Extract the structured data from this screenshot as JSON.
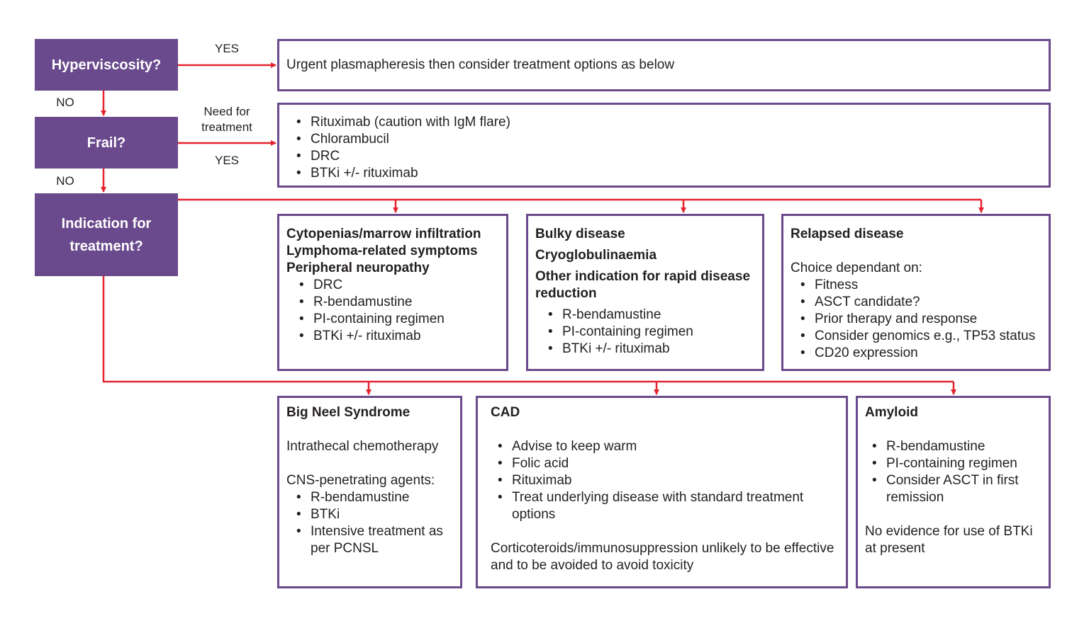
{
  "diagram": {
    "decisions": {
      "hyperviscosity": "Hyperviscosity?",
      "frail": "Frail?",
      "indication": "Indication for treatment?"
    },
    "labels": {
      "yes_1": "YES",
      "no_1": "NO",
      "need_for_treatment": "Need for treatment",
      "yes_2": "YES",
      "no_2": "NO"
    },
    "colors": {
      "decision_fill": "#6a4a8c",
      "outline": "#6a4a8c",
      "arrow": "#e4232f"
    },
    "plasmapheresis": "Urgent plasmapheresis then consider treatment options as below",
    "frail_options": [
      "Rituximab (caution with IgM flare)",
      "Chlorambucil",
      "DRC",
      "BTKi +/- rituximab"
    ],
    "cytopenias": {
      "headings": [
        "Cytopenias/marrow infiltration",
        "Lymphoma-related symptoms",
        "Peripheral neuropathy"
      ],
      "items": [
        "DRC",
        "R-bendamustine",
        "PI-containing regimen",
        "BTKi +/- rituximab"
      ]
    },
    "bulky": {
      "headings": [
        "Bulky disease",
        "Cryoglobulinaemia",
        "Other indication for rapid disease reduction"
      ],
      "items": [
        "R-bendamustine",
        "PI-containing regimen",
        "BTKi +/- rituximab"
      ]
    },
    "relapsed": {
      "heading": "Relapsed disease",
      "intro": "Choice dependant on:",
      "items": [
        "Fitness",
        "ASCT candidate?",
        "Prior therapy and response",
        "Consider genomics e.g., TP53 status",
        "CD20 expression"
      ]
    },
    "bing_neel": {
      "heading": "Big Neel Syndrome",
      "line1": "Intrathecal chemotherapy",
      "intro": "CNS-penetrating agents:",
      "items": [
        "R-bendamustine",
        "BTKi",
        "Intensive treatment as per PCNSL"
      ]
    },
    "cad": {
      "heading": "CAD",
      "items": [
        "Advise to keep warm",
        "Folic acid",
        "Rituximab",
        "Treat underlying disease with standard treatment options"
      ],
      "note": "Corticoteroids/immunosuppression unlikely to be effective and to be avoided to avoid toxicity"
    },
    "amyloid": {
      "heading": "Amyloid",
      "items": [
        "R-bendamustine",
        "PI-containing regimen",
        "Consider ASCT in first remission"
      ],
      "note": "No evidence for use of BTKi at present"
    }
  }
}
